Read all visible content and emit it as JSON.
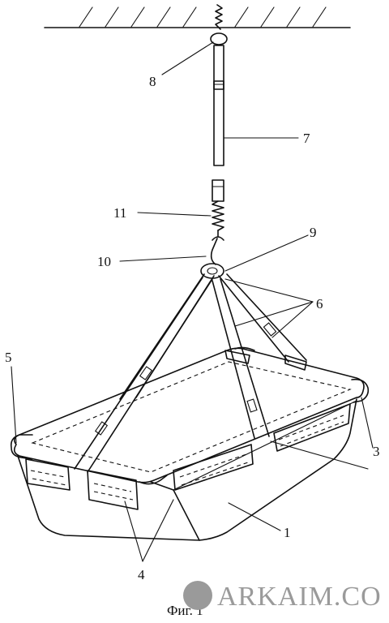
{
  "labels": {
    "l1": "1",
    "l3": "3",
    "l4": "4",
    "l5": "5",
    "l6": "6",
    "l7": "7",
    "l8": "8",
    "l9": "9",
    "l10": "10",
    "l11": "11"
  },
  "caption": "Фиг. 1",
  "watermark": "ARKAIM.CO",
  "colors": {
    "ink": "#111111",
    "watermark": "#9a9a9a"
  }
}
